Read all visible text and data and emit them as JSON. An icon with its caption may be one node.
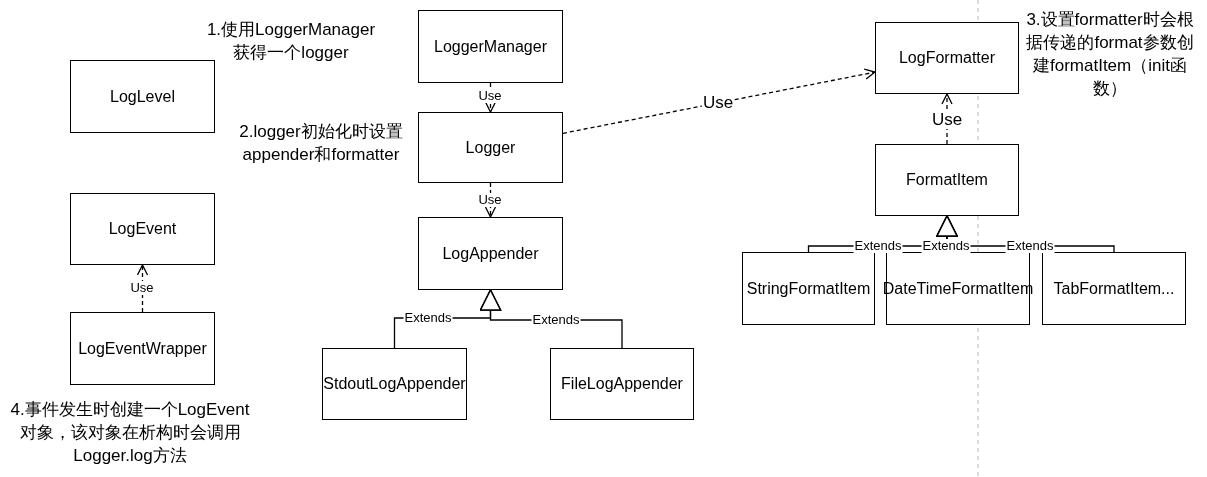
{
  "diagram": {
    "nodes": [
      {
        "text": [
          "LogLevel"
        ]
      },
      {
        "text": [
          "LogEvent"
        ]
      },
      {
        "text": [
          "LogEventWrapper"
        ]
      },
      {
        "text": [
          "LoggerManager"
        ]
      },
      {
        "text": [
          "Logger"
        ]
      },
      {
        "text": [
          "LogAppender"
        ]
      },
      {
        "text": [
          "StdoutLogAppender"
        ]
      },
      {
        "text": [
          "FileLogAppender"
        ]
      },
      {
        "text": [
          "LogFormatter"
        ]
      },
      {
        "text": [
          "FormatItem"
        ]
      },
      {
        "text": [
          "StringFormatItem"
        ]
      },
      {
        "text": [
          "DateTimeFormatItem"
        ]
      },
      {
        "text": [
          "TabFormatItem..."
        ]
      }
    ],
    "edges": [
      {
        "from": 2,
        "to": 1,
        "arrow": "to",
        "label": "Use",
        "style": "dashed"
      },
      {
        "from": 3,
        "to": 4,
        "arrow": "to",
        "label": "Use",
        "style": "dashed"
      },
      {
        "from": 4,
        "to": 5,
        "arrow": "to",
        "label": "Use",
        "style": "dashed"
      },
      {
        "from": 4,
        "to": 8,
        "arrow": "to",
        "label": "Use",
        "style": "dashed"
      },
      {
        "from": 9,
        "to": 8,
        "arrow": "to",
        "label": "Use",
        "style": "dashed"
      },
      {
        "from": 6,
        "to": 5,
        "arrow": "to",
        "label": "Extends"
      },
      {
        "from": 7,
        "to": 5,
        "arrow": "to",
        "label": "Extends"
      },
      {
        "from": 10,
        "to": 9,
        "arrow": "to",
        "label": "Extends"
      },
      {
        "from": 11,
        "to": 9,
        "arrow": "to",
        "label": "Extends"
      },
      {
        "from": 12,
        "to": 9,
        "arrow": "to",
        "label": "Extends"
      }
    ],
    "labels": [
      "1.使用LoggerManager获得一个logger",
      "2.logger初始化时设置appender和formatter",
      "3.设置formatter时会根据传递的format参数创建formatItem（init函数）",
      "4.事件发生时创建一个LogEvent对象，该对象在析构时会调用Logger.log方法"
    ]
  }
}
